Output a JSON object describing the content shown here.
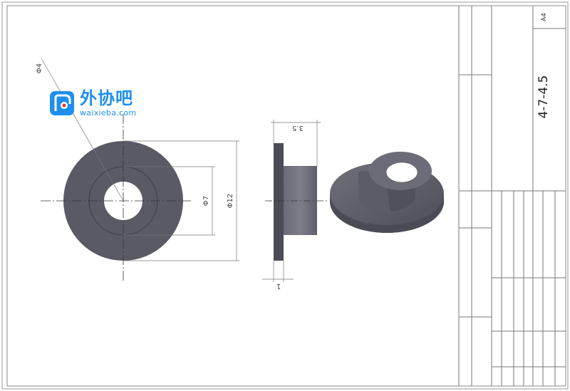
{
  "title_block": {
    "sheet_size": "A4",
    "part_number": "4-7-4.5"
  },
  "dimensions": {
    "dia_small": "Φ4",
    "dia_mid": "Φ7",
    "dia_outer": "Φ12",
    "length": "3.5",
    "flange_thickness": "1"
  },
  "watermark": {
    "brand_cn": "外协吧",
    "url": "waixieba.com"
  },
  "colors": {
    "part_face": "#595a64",
    "part_dark": "#4b4c55",
    "hole": "#ffffff",
    "logo": "#1e8ff0",
    "line": "#555555"
  }
}
